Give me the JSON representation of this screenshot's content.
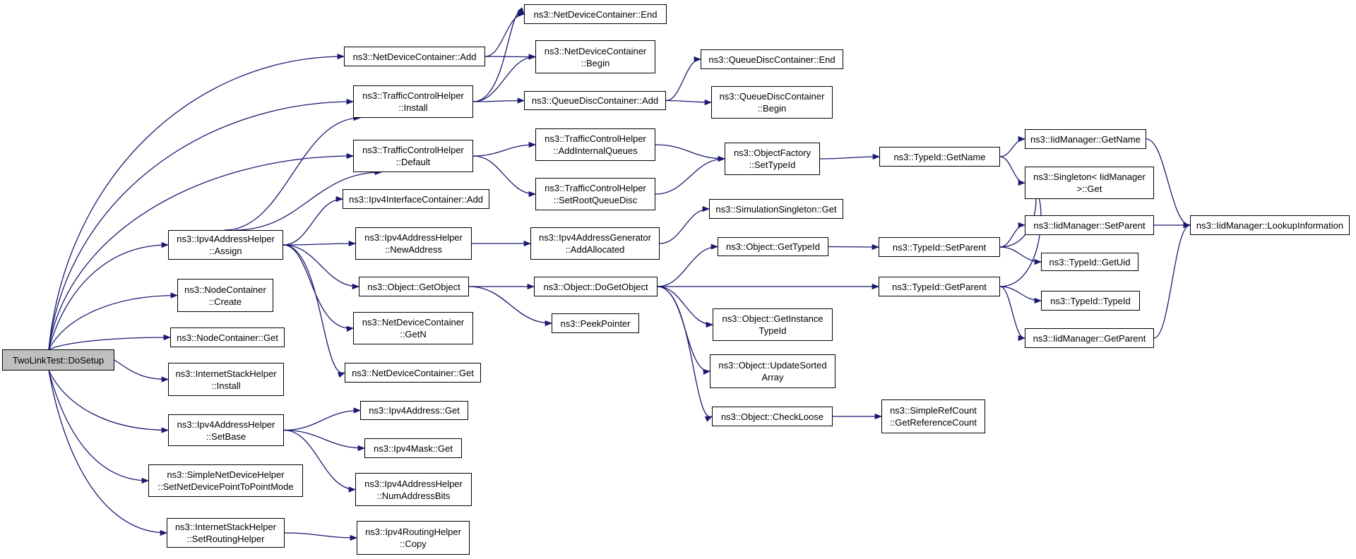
{
  "nodes": [
    {
      "id": "root",
      "lines": [
        "TwoLinkTest::DoSetup"
      ],
      "root": true
    },
    {
      "id": "ndc_add",
      "lines": [
        "ns3::NetDeviceContainer::Add"
      ]
    },
    {
      "id": "ndc_end",
      "lines": [
        "ns3::NetDeviceContainer::End"
      ]
    },
    {
      "id": "ndc_begin",
      "lines": [
        "ns3::NetDeviceContainer",
        "::Begin"
      ]
    },
    {
      "id": "tch_install",
      "lines": [
        "ns3::TrafficControlHelper",
        "::Install"
      ]
    },
    {
      "id": "qdc_end",
      "lines": [
        "ns3::QueueDiscContainer::End"
      ]
    },
    {
      "id": "qdc_add",
      "lines": [
        "ns3::QueueDiscContainer::Add"
      ]
    },
    {
      "id": "qdc_begin",
      "lines": [
        "ns3::QueueDiscContainer",
        "::Begin"
      ]
    },
    {
      "id": "tch_default",
      "lines": [
        "ns3::TrafficControlHelper",
        "::Default"
      ]
    },
    {
      "id": "tch_aiq",
      "lines": [
        "ns3::TrafficControlHelper",
        "::AddInternalQueues"
      ]
    },
    {
      "id": "tch_srqd",
      "lines": [
        "ns3::TrafficControlHelper",
        "::SetRootQueueDisc"
      ]
    },
    {
      "id": "of_settypeid",
      "lines": [
        "ns3::ObjectFactory",
        "::SetTypeId"
      ]
    },
    {
      "id": "typeid_getname",
      "lines": [
        "ns3::TypeId::GetName"
      ]
    },
    {
      "id": "iid_getname",
      "lines": [
        "ns3::IidManager::GetName"
      ]
    },
    {
      "id": "singleton_get",
      "lines": [
        "ns3::Singleton< IidManager",
        ">::Get"
      ]
    },
    {
      "id": "iid_lookup",
      "lines": [
        "ns3::IidManager::LookupInformation"
      ]
    },
    {
      "id": "ipv4ic_add",
      "lines": [
        "ns3::Ipv4InterfaceContainer::Add"
      ]
    },
    {
      "id": "simsingleton_get",
      "lines": [
        "ns3::SimulationSingleton::Get"
      ]
    },
    {
      "id": "ipv4ah_assign",
      "lines": [
        "ns3::Ipv4AddressHelper",
        "::Assign"
      ]
    },
    {
      "id": "ipv4ah_newaddr",
      "lines": [
        "ns3::Ipv4AddressHelper",
        "::NewAddress"
      ]
    },
    {
      "id": "ipv4ag_alloc",
      "lines": [
        "ns3::Ipv4AddressGenerator",
        "::AddAllocated"
      ]
    },
    {
      "id": "obj_gettypeid",
      "lines": [
        "ns3::Object::GetTypeId"
      ]
    },
    {
      "id": "typeid_setparent",
      "lines": [
        "ns3::TypeId::SetParent"
      ]
    },
    {
      "id": "iid_setparent",
      "lines": [
        "ns3::IidManager::SetParent"
      ]
    },
    {
      "id": "typeid_getuid",
      "lines": [
        "ns3::TypeId::GetUid"
      ]
    },
    {
      "id": "obj_getobject",
      "lines": [
        "ns3::Object::GetObject"
      ]
    },
    {
      "id": "obj_dogetobject",
      "lines": [
        "ns3::Object::DoGetObject"
      ]
    },
    {
      "id": "typeid_getparent",
      "lines": [
        "ns3::TypeId::GetParent"
      ]
    },
    {
      "id": "typeid_typeid",
      "lines": [
        "ns3::TypeId::TypeId"
      ]
    },
    {
      "id": "iid_getparent",
      "lines": [
        "ns3::IidManager::GetParent"
      ]
    },
    {
      "id": "nc_create",
      "lines": [
        "ns3::NodeContainer",
        "::Create"
      ]
    },
    {
      "id": "peekpointer",
      "lines": [
        "ns3::PeekPointer"
      ]
    },
    {
      "id": "ndc_getn",
      "lines": [
        "ns3::NetDeviceContainer",
        "::GetN"
      ]
    },
    {
      "id": "obj_getinstancetypeid",
      "lines": [
        "ns3::Object::GetInstance",
        "TypeId"
      ]
    },
    {
      "id": "nc_get",
      "lines": [
        "ns3::NodeContainer::Get"
      ]
    },
    {
      "id": "ndc_get",
      "lines": [
        "ns3::NetDeviceContainer::Get"
      ]
    },
    {
      "id": "obj_updatesorted",
      "lines": [
        "ns3::Object::UpdateSorted",
        "Array"
      ]
    },
    {
      "id": "ish_install",
      "lines": [
        "ns3::InternetStackHelper",
        "::Install"
      ]
    },
    {
      "id": "obj_checkloose",
      "lines": [
        "ns3::Object::CheckLoose"
      ]
    },
    {
      "id": "src_getrefcount",
      "lines": [
        "ns3::SimpleRefCount",
        "::GetReferenceCount"
      ]
    },
    {
      "id": "ipv4addr_get",
      "lines": [
        "ns3::Ipv4Address::Get"
      ]
    },
    {
      "id": "ipv4ah_setbase",
      "lines": [
        "ns3::Ipv4AddressHelper",
        "::SetBase"
      ]
    },
    {
      "id": "ipv4mask_get",
      "lines": [
        "ns3::Ipv4Mask::Get"
      ]
    },
    {
      "id": "ipv4ah_numbits",
      "lines": [
        "ns3::Ipv4AddressHelper",
        "::NumAddressBits"
      ]
    },
    {
      "id": "sndh_setp2p",
      "lines": [
        "ns3::SimpleNetDeviceHelper",
        "::SetNetDevicePointToPointMode"
      ]
    },
    {
      "id": "ish_setrouting",
      "lines": [
        "ns3::InternetStackHelper",
        "::SetRoutingHelper"
      ]
    },
    {
      "id": "ipv4rh_copy",
      "lines": [
        "ns3::Ipv4RoutingHelper",
        "::Copy"
      ]
    }
  ],
  "edges": [
    [
      "root",
      "ndc_add"
    ],
    [
      "root",
      "tch_install"
    ],
    [
      "root",
      "tch_default"
    ],
    [
      "root",
      "ipv4ah_assign"
    ],
    [
      "root",
      "nc_create"
    ],
    [
      "root",
      "nc_get"
    ],
    [
      "root",
      "ish_install"
    ],
    [
      "root",
      "ipv4ah_setbase"
    ],
    [
      "root",
      "sndh_setp2p"
    ],
    [
      "root",
      "ish_setrouting"
    ],
    [
      "ndc_add",
      "ndc_end"
    ],
    [
      "ndc_add",
      "ndc_begin"
    ],
    [
      "tch_install",
      "ndc_end"
    ],
    [
      "tch_install",
      "ndc_begin"
    ],
    [
      "tch_install",
      "qdc_add"
    ],
    [
      "qdc_add",
      "qdc_end"
    ],
    [
      "qdc_add",
      "qdc_begin"
    ],
    [
      "tch_default",
      "tch_aiq"
    ],
    [
      "tch_default",
      "tch_srqd"
    ],
    [
      "tch_aiq",
      "of_settypeid"
    ],
    [
      "tch_srqd",
      "of_settypeid"
    ],
    [
      "of_settypeid",
      "typeid_getname"
    ],
    [
      "typeid_getname",
      "iid_getname"
    ],
    [
      "typeid_getname",
      "singleton_get"
    ],
    [
      "iid_getname",
      "iid_lookup"
    ],
    [
      "ipv4ah_assign",
      "tch_install"
    ],
    [
      "ipv4ah_assign",
      "tch_default"
    ],
    [
      "ipv4ah_assign",
      "ipv4ic_add"
    ],
    [
      "ipv4ah_assign",
      "ipv4ah_newaddr"
    ],
    [
      "ipv4ah_assign",
      "obj_getobject"
    ],
    [
      "ipv4ah_assign",
      "ndc_getn"
    ],
    [
      "ipv4ah_assign",
      "ndc_get"
    ],
    [
      "ipv4ah_newaddr",
      "ipv4ag_alloc"
    ],
    [
      "ipv4ag_alloc",
      "simsingleton_get"
    ],
    [
      "obj_getobject",
      "obj_dogetobject"
    ],
    [
      "obj_getobject",
      "peekpointer"
    ],
    [
      "obj_dogetobject",
      "obj_gettypeid"
    ],
    [
      "obj_dogetobject",
      "typeid_getparent"
    ],
    [
      "obj_dogetobject",
      "obj_getinstancetypeid"
    ],
    [
      "obj_dogetobject",
      "obj_updatesorted"
    ],
    [
      "obj_dogetobject",
      "obj_checkloose"
    ],
    [
      "obj_gettypeid",
      "typeid_setparent"
    ],
    [
      "typeid_setparent",
      "singleton_get"
    ],
    [
      "typeid_setparent",
      "iid_setparent"
    ],
    [
      "typeid_setparent",
      "typeid_getuid"
    ],
    [
      "iid_setparent",
      "iid_lookup"
    ],
    [
      "typeid_getparent",
      "singleton_get"
    ],
    [
      "typeid_getparent",
      "typeid_typeid"
    ],
    [
      "typeid_getparent",
      "iid_getparent"
    ],
    [
      "iid_getparent",
      "iid_lookup"
    ],
    [
      "obj_checkloose",
      "src_getrefcount"
    ],
    [
      "ipv4ah_setbase",
      "ipv4addr_get"
    ],
    [
      "ipv4ah_setbase",
      "ipv4mask_get"
    ],
    [
      "ipv4ah_setbase",
      "ipv4ah_numbits"
    ],
    [
      "ish_setrouting",
      "ipv4rh_copy"
    ]
  ],
  "colors": {
    "edge": "#191970",
    "node_border": "#000000",
    "root_fill": "#bfbfbf",
    "node_fill": "#ffffff"
  }
}
